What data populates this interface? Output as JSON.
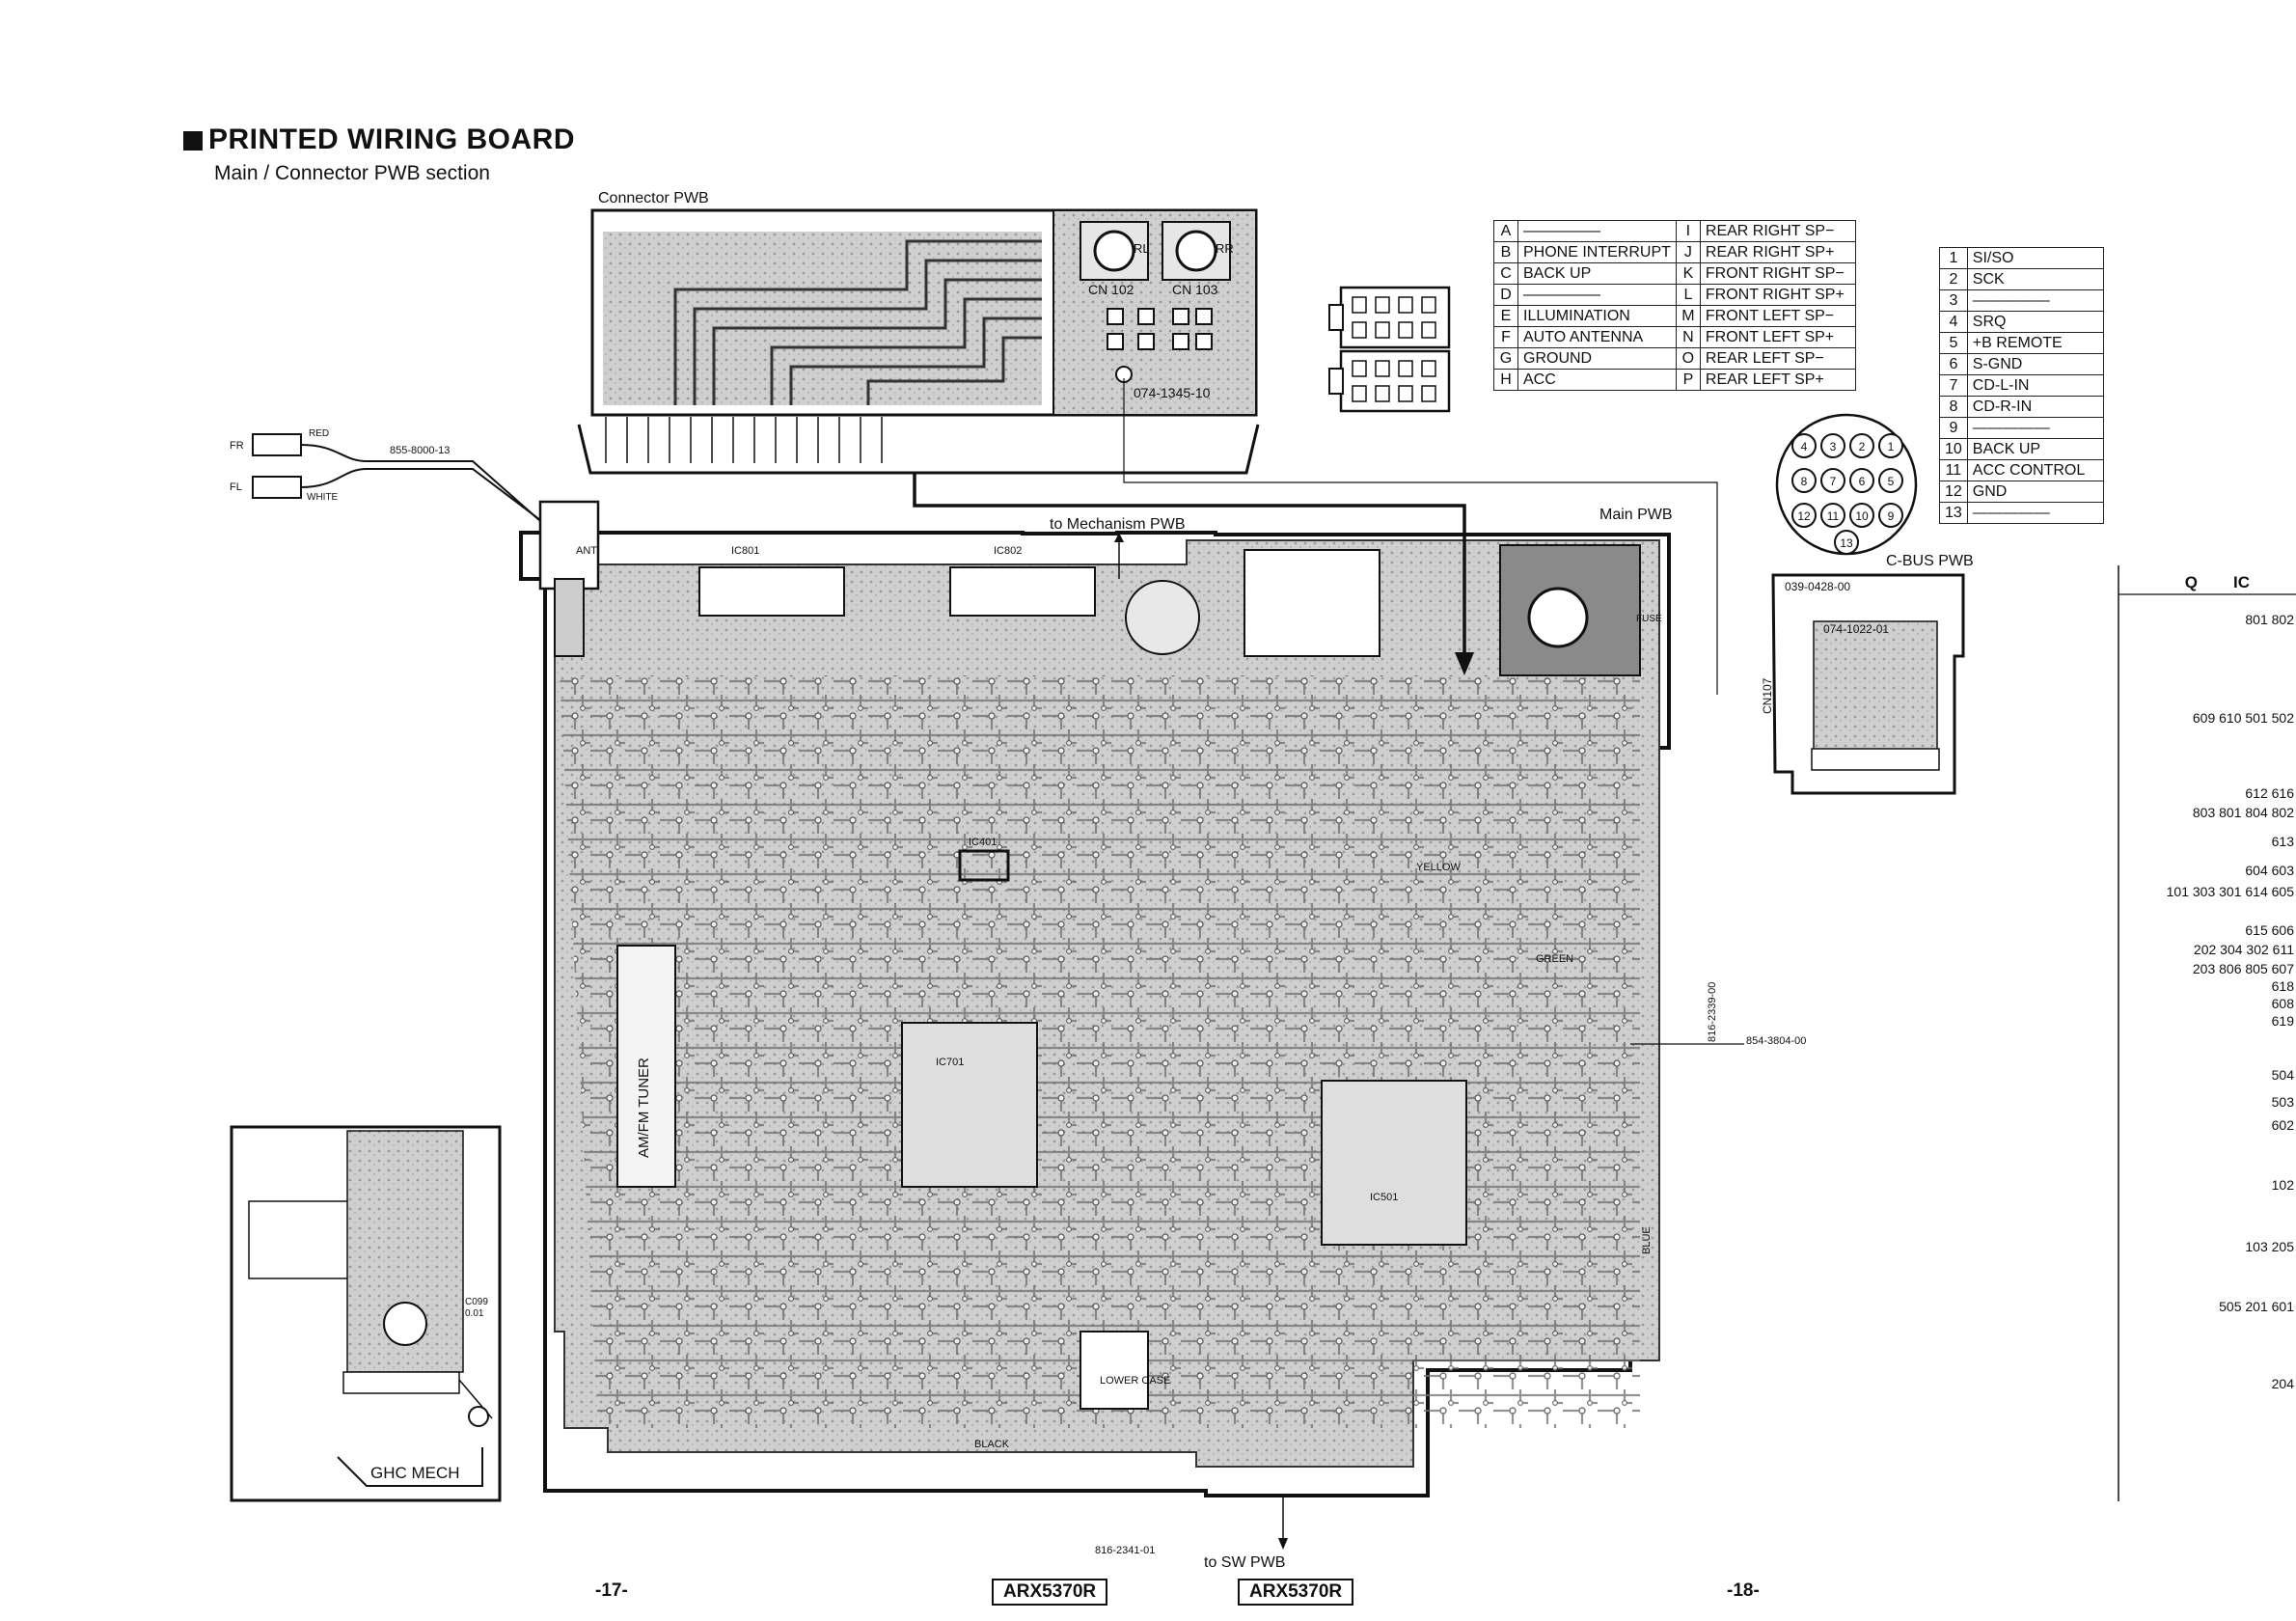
{
  "header": {
    "title": "PRINTED WIRING BOARD",
    "subtitle": "Main / Connector PWB section"
  },
  "labels": {
    "connector_pwb": "Connector PWB",
    "main_pwb": "Main PWB",
    "cbus_pwb": "C-BUS PWB",
    "to_mechanism": "to Mechanism PWB",
    "to_sw": "to SW PWB",
    "ghc_mech": "GHC MECH",
    "cable_part": "855-8000-13",
    "fr": "FR",
    "fl": "FL",
    "red": "RED",
    "white": "WHITE",
    "cn102": "CN 102",
    "cn103": "CN 103",
    "rl": "RL",
    "rr": "RR",
    "conn_part": "074-1345-10",
    "board_part_1": "816-2341-01",
    "board_part_2": "816-2339-00",
    "board_part_3": "854-3804-00",
    "cbus_part_1": "039-0428-00",
    "cbus_part_2": "074-1022-01",
    "cn107": "CN107",
    "am_fm_tuner": "AM/FM TUNER",
    "ant": "ANT",
    "ic801": "IC801",
    "ic802": "IC802",
    "ic701": "IC701",
    "ic501": "IC501",
    "ic401": "IC401",
    "lower_case": "LOWER CASE",
    "fuse": "FUSE",
    "black": "BLACK",
    "green": "GREEN",
    "yellow": "YELLOW",
    "blue": "BLUE",
    "c099": "C099",
    "c099_val": "0.01"
  },
  "connector_pins": [
    {
      "l_key": "A",
      "l_val": "—————",
      "r_key": "I",
      "r_val": "REAR RIGHT SP−"
    },
    {
      "l_key": "B",
      "l_val": "PHONE INTERRUPT",
      "r_key": "J",
      "r_val": "REAR RIGHT SP+"
    },
    {
      "l_key": "C",
      "l_val": "BACK UP",
      "r_key": "K",
      "r_val": "FRONT RIGHT SP−"
    },
    {
      "l_key": "D",
      "l_val": "—————",
      "r_key": "L",
      "r_val": "FRONT RIGHT SP+"
    },
    {
      "l_key": "E",
      "l_val": "ILLUMINATION",
      "r_key": "M",
      "r_val": "FRONT LEFT SP−"
    },
    {
      "l_key": "F",
      "l_val": "AUTO ANTENNA",
      "r_key": "N",
      "r_val": "FRONT LEFT SP+"
    },
    {
      "l_key": "G",
      "l_val": "GROUND",
      "r_key": "O",
      "r_val": "REAR LEFT SP−"
    },
    {
      "l_key": "H",
      "l_val": "ACC",
      "r_key": "P",
      "r_val": "REAR LEFT SP+"
    }
  ],
  "cbus_pins": [
    {
      "num": "1",
      "name": "SI/SO"
    },
    {
      "num": "2",
      "name": "SCK"
    },
    {
      "num": "3",
      "name": "—————"
    },
    {
      "num": "4",
      "name": "SRQ"
    },
    {
      "num": "5",
      "name": "+B REMOTE"
    },
    {
      "num": "6",
      "name": "S-GND"
    },
    {
      "num": "7",
      "name": "CD-L-IN"
    },
    {
      "num": "8",
      "name": "CD-R-IN"
    },
    {
      "num": "9",
      "name": "—————"
    },
    {
      "num": "10",
      "name": "BACK UP"
    },
    {
      "num": "11",
      "name": "ACC CONTROL"
    },
    {
      "num": "12",
      "name": "GND"
    },
    {
      "num": "13",
      "name": "—————"
    }
  ],
  "din_pins": [
    "4",
    "3",
    "2",
    "1",
    "8",
    "7",
    "6",
    "5",
    "12",
    "11",
    "10",
    "9",
    "13"
  ],
  "qic": {
    "q_header": "Q",
    "ic_header": "IC",
    "ic_top": "801 802",
    "rows": [
      {
        "text": "609 610 501 502"
      },
      {
        "text": "612 616"
      },
      {
        "text": "803 801 804 802"
      },
      {
        "text": "613"
      },
      {
        "text": "604 603"
      },
      {
        "text": "101 303 301 614 605"
      },
      {
        "text": "615 606"
      },
      {
        "text": "202 304 302 611"
      },
      {
        "text": "203 806 805 607"
      },
      {
        "text": "618"
      },
      {
        "text": "608"
      },
      {
        "text": "619"
      },
      {
        "text": "504"
      },
      {
        "text": "503"
      },
      {
        "text": "602"
      },
      {
        "text": "102"
      },
      {
        "text": "103 205"
      },
      {
        "text": "505 201 601"
      },
      {
        "text": "204"
      }
    ]
  },
  "footer": {
    "page_left": "-17-",
    "page_right": "-18-",
    "model_left": "ARX5370R",
    "model_right": "ARX5370R"
  }
}
